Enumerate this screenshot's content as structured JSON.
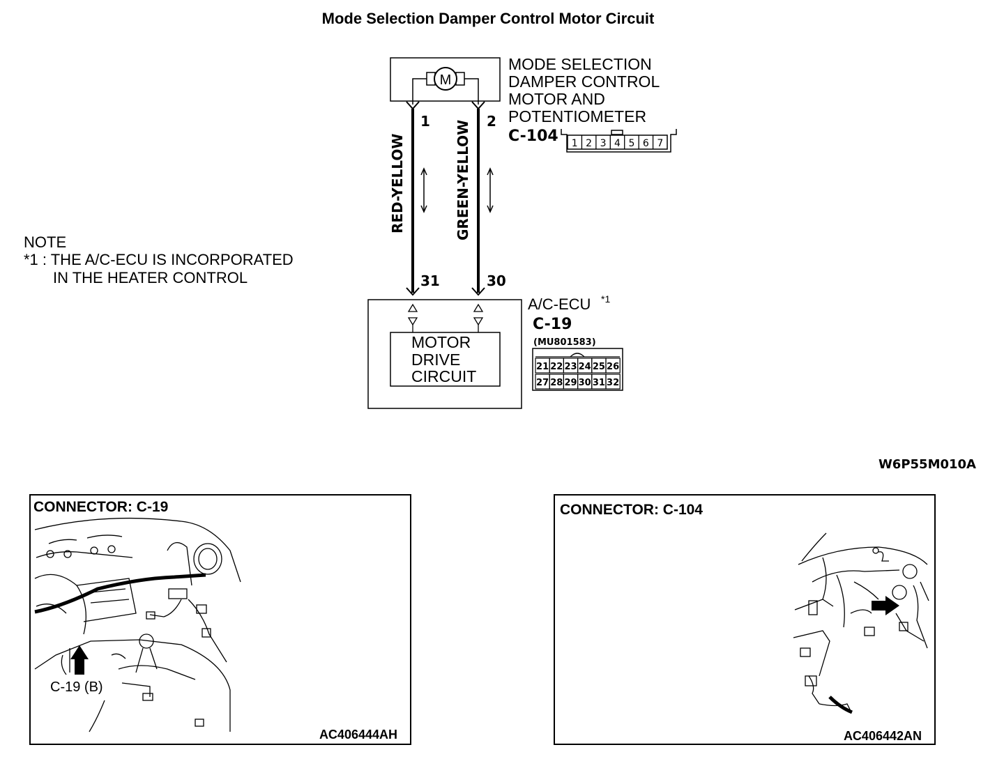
{
  "title": "Mode Selection Damper Control Motor  Circuit",
  "motor_symbol": "M",
  "motor_component": {
    "label_lines": [
      "MODE SELECTION",
      "DAMPER CONTROL",
      "MOTOR AND",
      "POTENTIOMETER"
    ],
    "connector_id": "C-104",
    "pins": [
      "1",
      "2",
      "3",
      "4",
      "5",
      "6",
      "7"
    ],
    "terminal_left": "1",
    "terminal_right": "2"
  },
  "wires": {
    "left_color": "RED-YELLOW",
    "right_color": "GREEN-YELLOW"
  },
  "ecu": {
    "label": "A/C-ECU",
    "label_sup": "*1",
    "connector_id": "C-19",
    "part_number": "(MU801583)",
    "pins_top": [
      "21",
      "22",
      "23",
      "24",
      "25",
      "26"
    ],
    "pins_bottom": [
      "27",
      "28",
      "29",
      "30",
      "31",
      "32"
    ],
    "terminal_left": "31",
    "terminal_right": "30",
    "inner_label_lines": [
      "MOTOR",
      "DRIVE",
      "CIRCUIT"
    ]
  },
  "note": {
    "heading": "NOTE",
    "line1": "*1 : THE A/C-ECU IS INCORPORATED",
    "line2": "IN THE HEATER CONTROL"
  },
  "diagram_code": "W6P55M010A",
  "panel_left": {
    "title": "CONNECTOR: C-19",
    "callout": "C-19 (B)",
    "code": "AC406444AH"
  },
  "panel_right": {
    "title": "CONNECTOR: C-104",
    "code": "AC406442AN"
  }
}
